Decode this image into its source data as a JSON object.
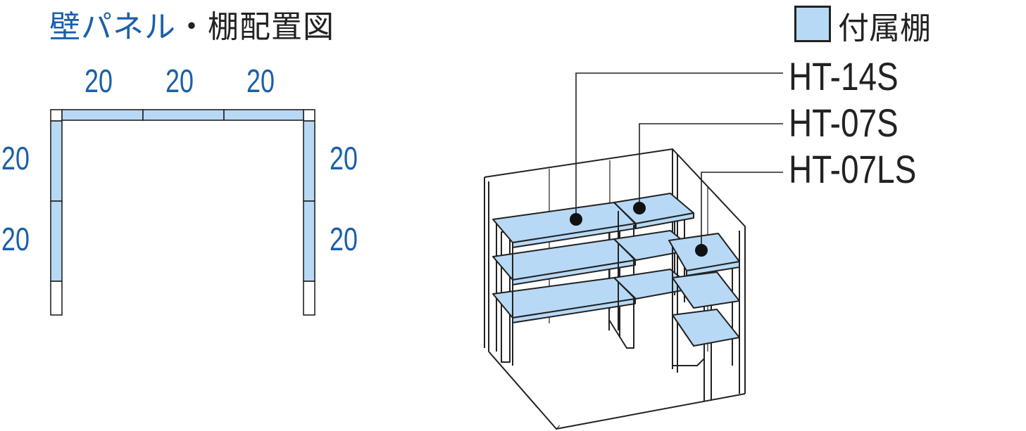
{
  "title": {
    "prefix": "壁パネル",
    "suffix": "・棚配置図"
  },
  "plan": {
    "top_labels": [
      "20",
      "20",
      "20"
    ],
    "left_labels": [
      "20",
      "20"
    ],
    "right_labels": [
      "20",
      "20"
    ]
  },
  "legend": {
    "label": "付属棚",
    "color": "#b7d9f5"
  },
  "shelves": [
    {
      "model": "HT-14S"
    },
    {
      "model": "HT-07S"
    },
    {
      "model": "HT-07LS"
    }
  ],
  "colors": {
    "panel_fill": "#b7d9f5",
    "line": "#222222",
    "accent_text": "#1b5fa8"
  }
}
